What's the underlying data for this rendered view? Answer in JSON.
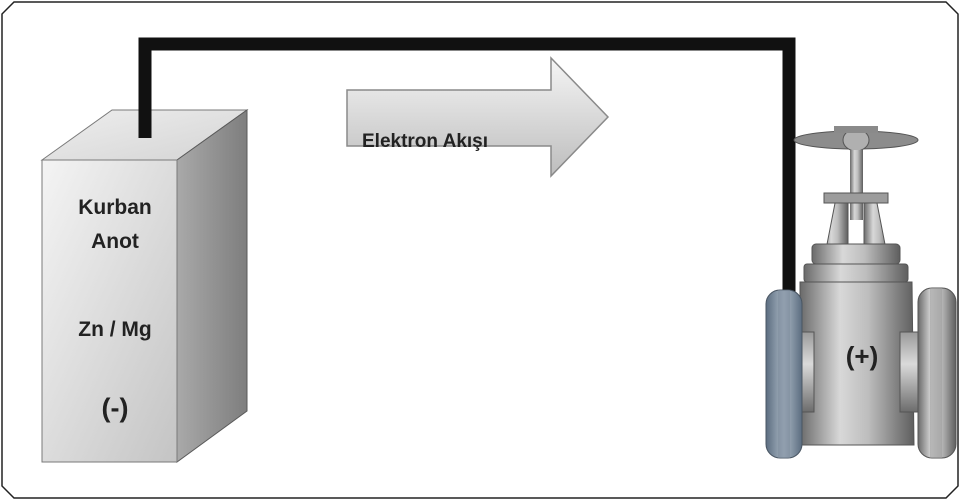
{
  "anode": {
    "line1": "Kurban",
    "line2": "Anot",
    "material": "Zn / Mg",
    "polarity": "(-)"
  },
  "arrow": {
    "label": "Elektron Akışı"
  },
  "valve": {
    "polarity": "(+)"
  }
}
